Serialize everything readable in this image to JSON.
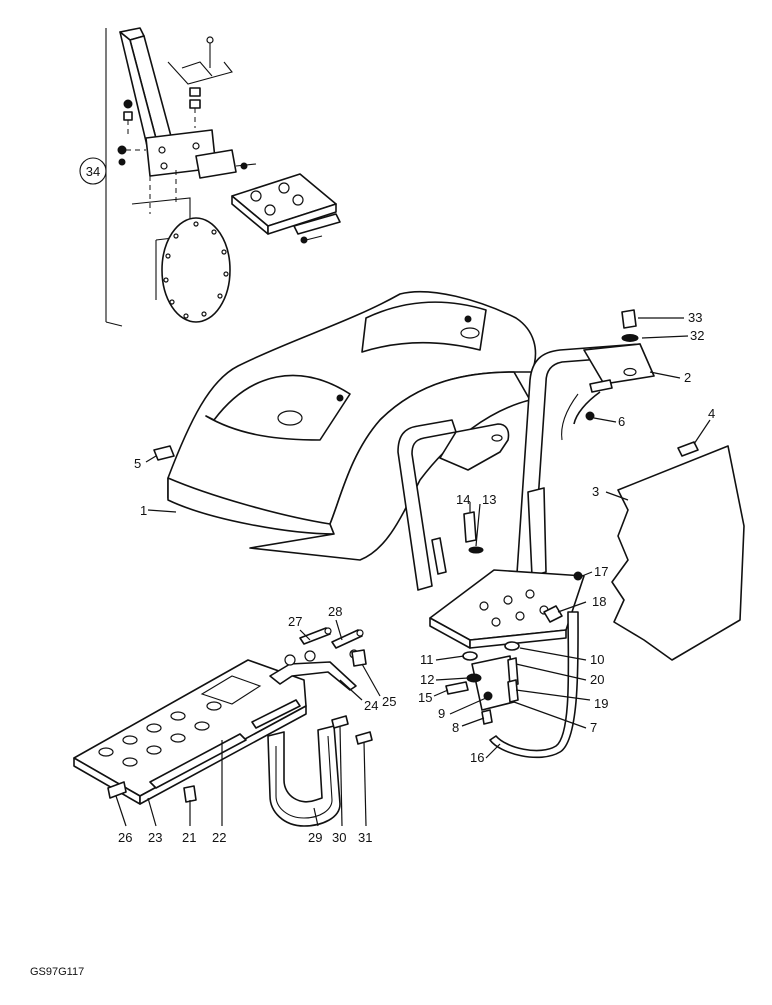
{
  "diagram": {
    "code": "GS97G117",
    "inset_callout": "34",
    "callouts": [
      "1",
      "2",
      "3",
      "4",
      "5",
      "6",
      "7",
      "8",
      "9",
      "10",
      "11",
      "12",
      "13",
      "14",
      "15",
      "16",
      "17",
      "18",
      "19",
      "20",
      "21",
      "22",
      "23",
      "24",
      "25",
      "26",
      "27",
      "28",
      "29",
      "30",
      "31",
      "32",
      "33"
    ]
  }
}
